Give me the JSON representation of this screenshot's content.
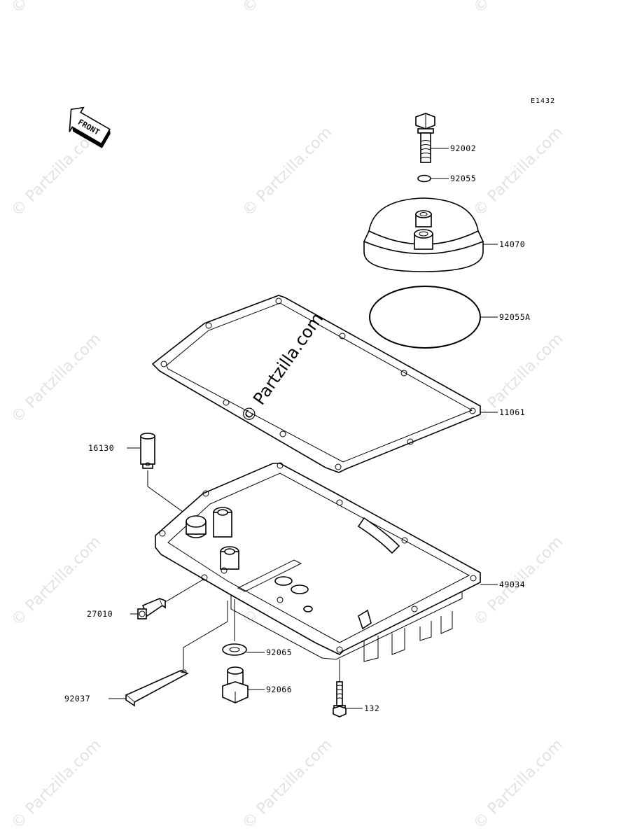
{
  "diagram_code": "E1432",
  "front_arrow_text": "FRONT",
  "watermark_text": "© Partzilla.com",
  "parts": [
    {
      "id": "p92002",
      "number": "92002"
    },
    {
      "id": "p92055",
      "number": "92055"
    },
    {
      "id": "p14070",
      "number": "14070"
    },
    {
      "id": "p92055A",
      "number": "92055A"
    },
    {
      "id": "p11061",
      "number": "11061"
    },
    {
      "id": "p16130",
      "number": "16130"
    },
    {
      "id": "p49034",
      "number": "49034"
    },
    {
      "id": "p27010",
      "number": "27010"
    },
    {
      "id": "p92065",
      "number": "92065"
    },
    {
      "id": "p92037",
      "number": "92037"
    },
    {
      "id": "p92066",
      "number": "92066"
    },
    {
      "id": "p132",
      "number": "132"
    }
  ]
}
